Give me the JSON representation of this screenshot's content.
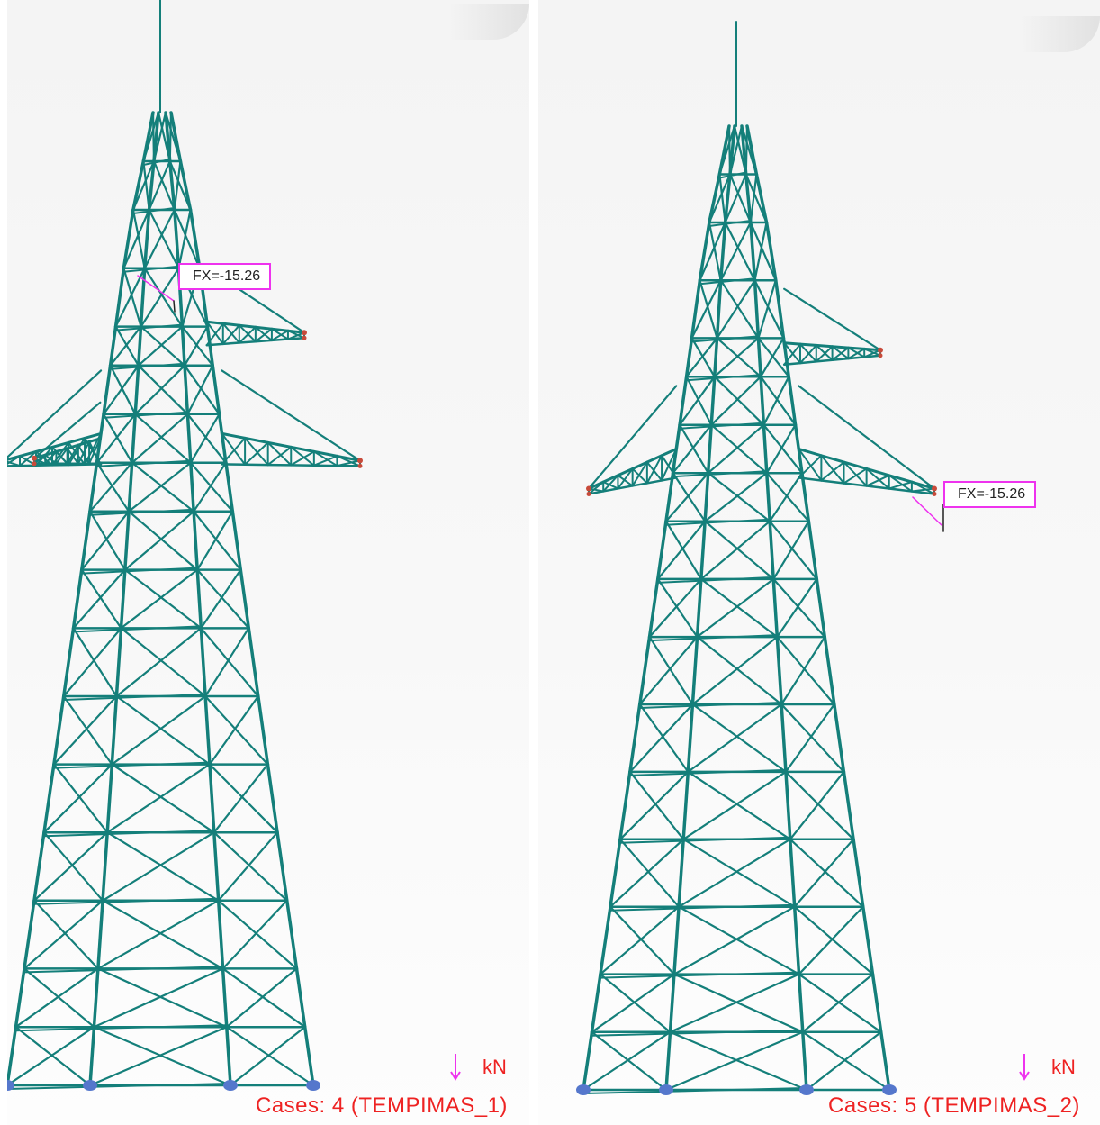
{
  "colors": {
    "member": "#147f7a",
    "support": "#5577cc",
    "annotation": "#ee33ee",
    "status_text": "#ee2222"
  },
  "views": [
    {
      "force_label": "FX=-15.26",
      "unit": "kN",
      "cases_label": "Cases: 4 (TEMPIMAS_1)"
    },
    {
      "force_label": "FX=-15.26",
      "unit": "kN",
      "cases_label": "Cases: 5 (TEMPIMAS_2)"
    }
  ]
}
